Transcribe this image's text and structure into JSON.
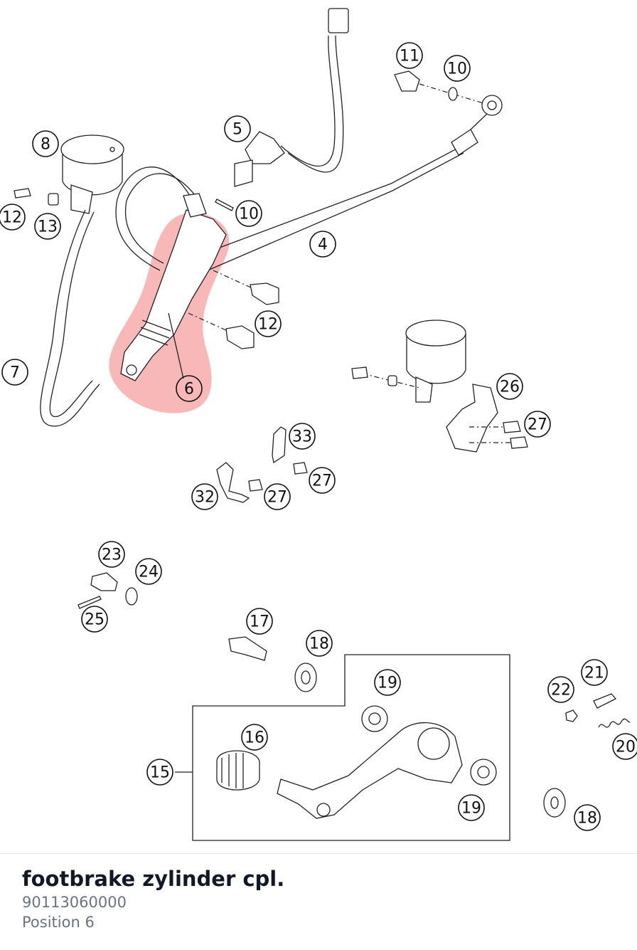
{
  "diagram": {
    "highlight_color": "#ef4444",
    "selected_callout": "6",
    "callouts": [
      {
        "label": "11"
      },
      {
        "label": "10"
      },
      {
        "label": "5"
      },
      {
        "label": "8"
      },
      {
        "label": "10"
      },
      {
        "label": "4"
      },
      {
        "label": "12"
      },
      {
        "label": "13"
      },
      {
        "label": "12"
      },
      {
        "label": "7"
      },
      {
        "label": "6"
      },
      {
        "label": "26"
      },
      {
        "label": "27"
      },
      {
        "label": "33"
      },
      {
        "label": "27"
      },
      {
        "label": "32"
      },
      {
        "label": "27"
      },
      {
        "label": "23"
      },
      {
        "label": "24"
      },
      {
        "label": "25"
      },
      {
        "label": "17"
      },
      {
        "label": "18"
      },
      {
        "label": "19"
      },
      {
        "label": "21"
      },
      {
        "label": "22"
      },
      {
        "label": "16"
      },
      {
        "label": "20"
      },
      {
        "label": "15"
      },
      {
        "label": "19"
      },
      {
        "label": "18"
      }
    ]
  },
  "part": {
    "name": "footbrake zylinder cpl.",
    "number": "90113060000",
    "position": "Position 6"
  }
}
